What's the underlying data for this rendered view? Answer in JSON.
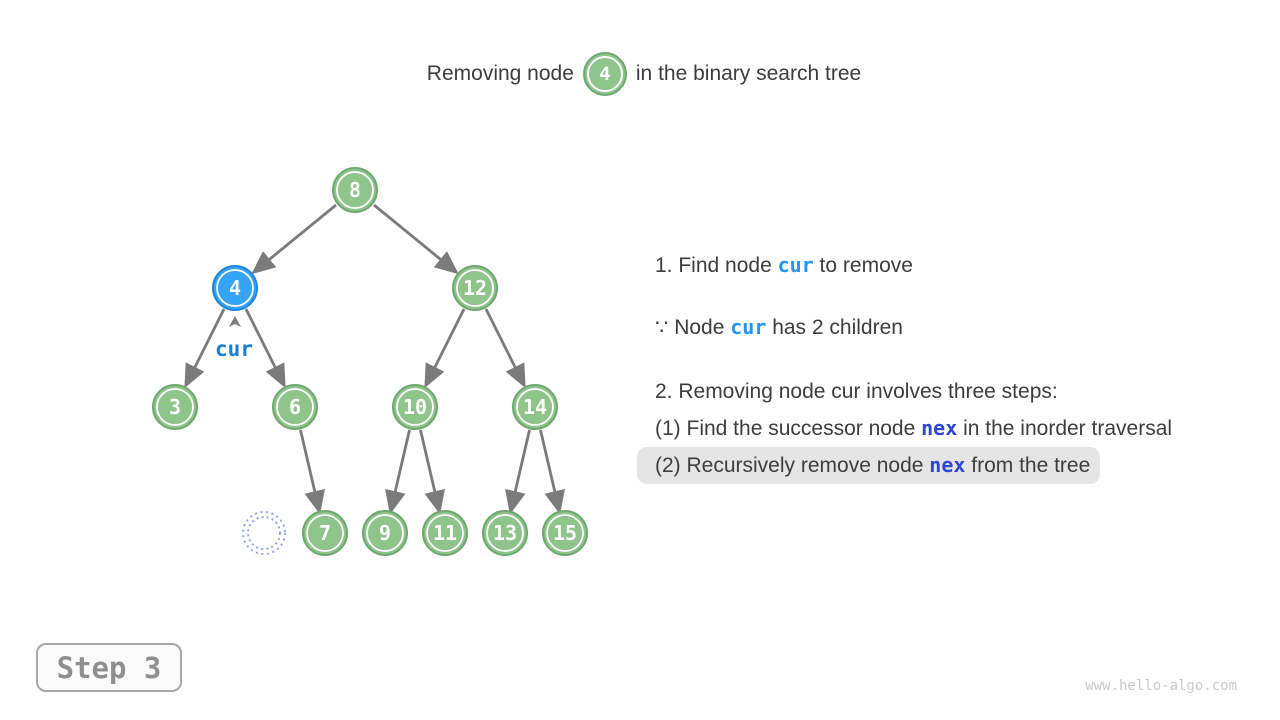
{
  "title": {
    "prefix": "Removing node",
    "node_value": "4",
    "suffix": "in the binary search tree"
  },
  "tree": {
    "nodes": [
      {
        "value": "8",
        "state": "normal"
      },
      {
        "value": "4",
        "state": "highlighted-cur"
      },
      {
        "value": "12",
        "state": "normal"
      },
      {
        "value": "3",
        "state": "normal"
      },
      {
        "value": "6",
        "state": "normal"
      },
      {
        "value": "10",
        "state": "normal"
      },
      {
        "value": "14",
        "state": "normal"
      },
      {
        "value": "7",
        "state": "normal"
      },
      {
        "value": "9",
        "state": "normal"
      },
      {
        "value": "11",
        "state": "normal"
      },
      {
        "value": "13",
        "state": "normal"
      },
      {
        "value": "15",
        "state": "normal"
      }
    ],
    "edges": [
      "8-4",
      "8-12",
      "4-3",
      "4-6",
      "12-10",
      "12-14",
      "6-7",
      "10-9",
      "10-11",
      "14-13",
      "14-15"
    ],
    "empty_slot": "dotted placeholder at left child of 6",
    "cur_label": "cur"
  },
  "notes": {
    "line1": {
      "pre": "1. Find node ",
      "code": "cur",
      "post": " to remove"
    },
    "line2": {
      "pre": "∵ Node ",
      "code": "cur",
      "post": " has 2 children"
    },
    "line3": {
      "text": "2. Removing node cur involves three steps:"
    },
    "line4": {
      "pre": "(1) Find the successor node ",
      "code": "nex",
      "post": " in the inorder traversal"
    },
    "line5": {
      "pre": "(2) Recursively remove node ",
      "code": "nex",
      "post": " from the tree"
    }
  },
  "step_badge": {
    "label": "Step 3"
  },
  "watermark": "www.hello-algo.com",
  "colors": {
    "node_green_fill": "#8fc48b",
    "node_green_border": "#6fa870",
    "node_blue_fill": "#36a3f5",
    "node_blue_border": "#1f88dd",
    "cur_label_blue": "#1b7fd4",
    "inline_cur_blue": "#2196f3",
    "inline_nex_blue": "#2c46cf",
    "edge_gray": "#7b7b7b",
    "text_dark": "#3d3d3d",
    "highlight_bg": "#e5e5e5",
    "dotted_circle_blue": "#98a2e2"
  }
}
